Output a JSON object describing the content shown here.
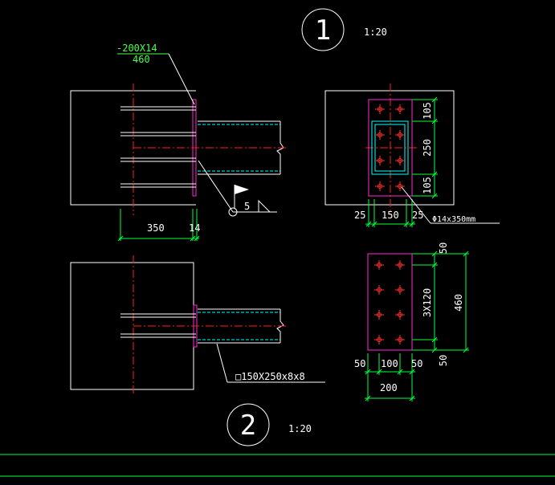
{
  "colors": {
    "background": "#000000",
    "outline": "#ffffff",
    "center_line": "#ff1e1e",
    "bolt": "#ff3030",
    "plate": "#ff2ad4",
    "steel_tube": "#00ffff",
    "dimension": "#00ff3c",
    "label_green": "#4cff4c"
  },
  "sections": {
    "top": {
      "number": "1",
      "scale": "1:20"
    },
    "bottom": {
      "number": "2",
      "scale": "1:20"
    }
  },
  "labels": {
    "plate_spec_line1": "-200X14",
    "plate_spec_line2": "460",
    "weld_symbol_size": "5",
    "bolt_spec": "Φ14x350mm",
    "tube_spec": "□150X250x8x8"
  },
  "dimensions": {
    "side_embed_length": "350",
    "side_plate_thickness": "14",
    "front_top": "105",
    "front_middle": "250",
    "front_bottom": "105",
    "front_bottom_left": "25",
    "front_bottom_center": "150",
    "front_bottom_right": "25",
    "plate_top": "50",
    "plate_middle": "3X120",
    "plate_bottom": "50",
    "plate_total": "460",
    "plate_bottom_left": "50",
    "plate_bottom_center": "100",
    "plate_bottom_right": "50",
    "plate_width": "200"
  }
}
